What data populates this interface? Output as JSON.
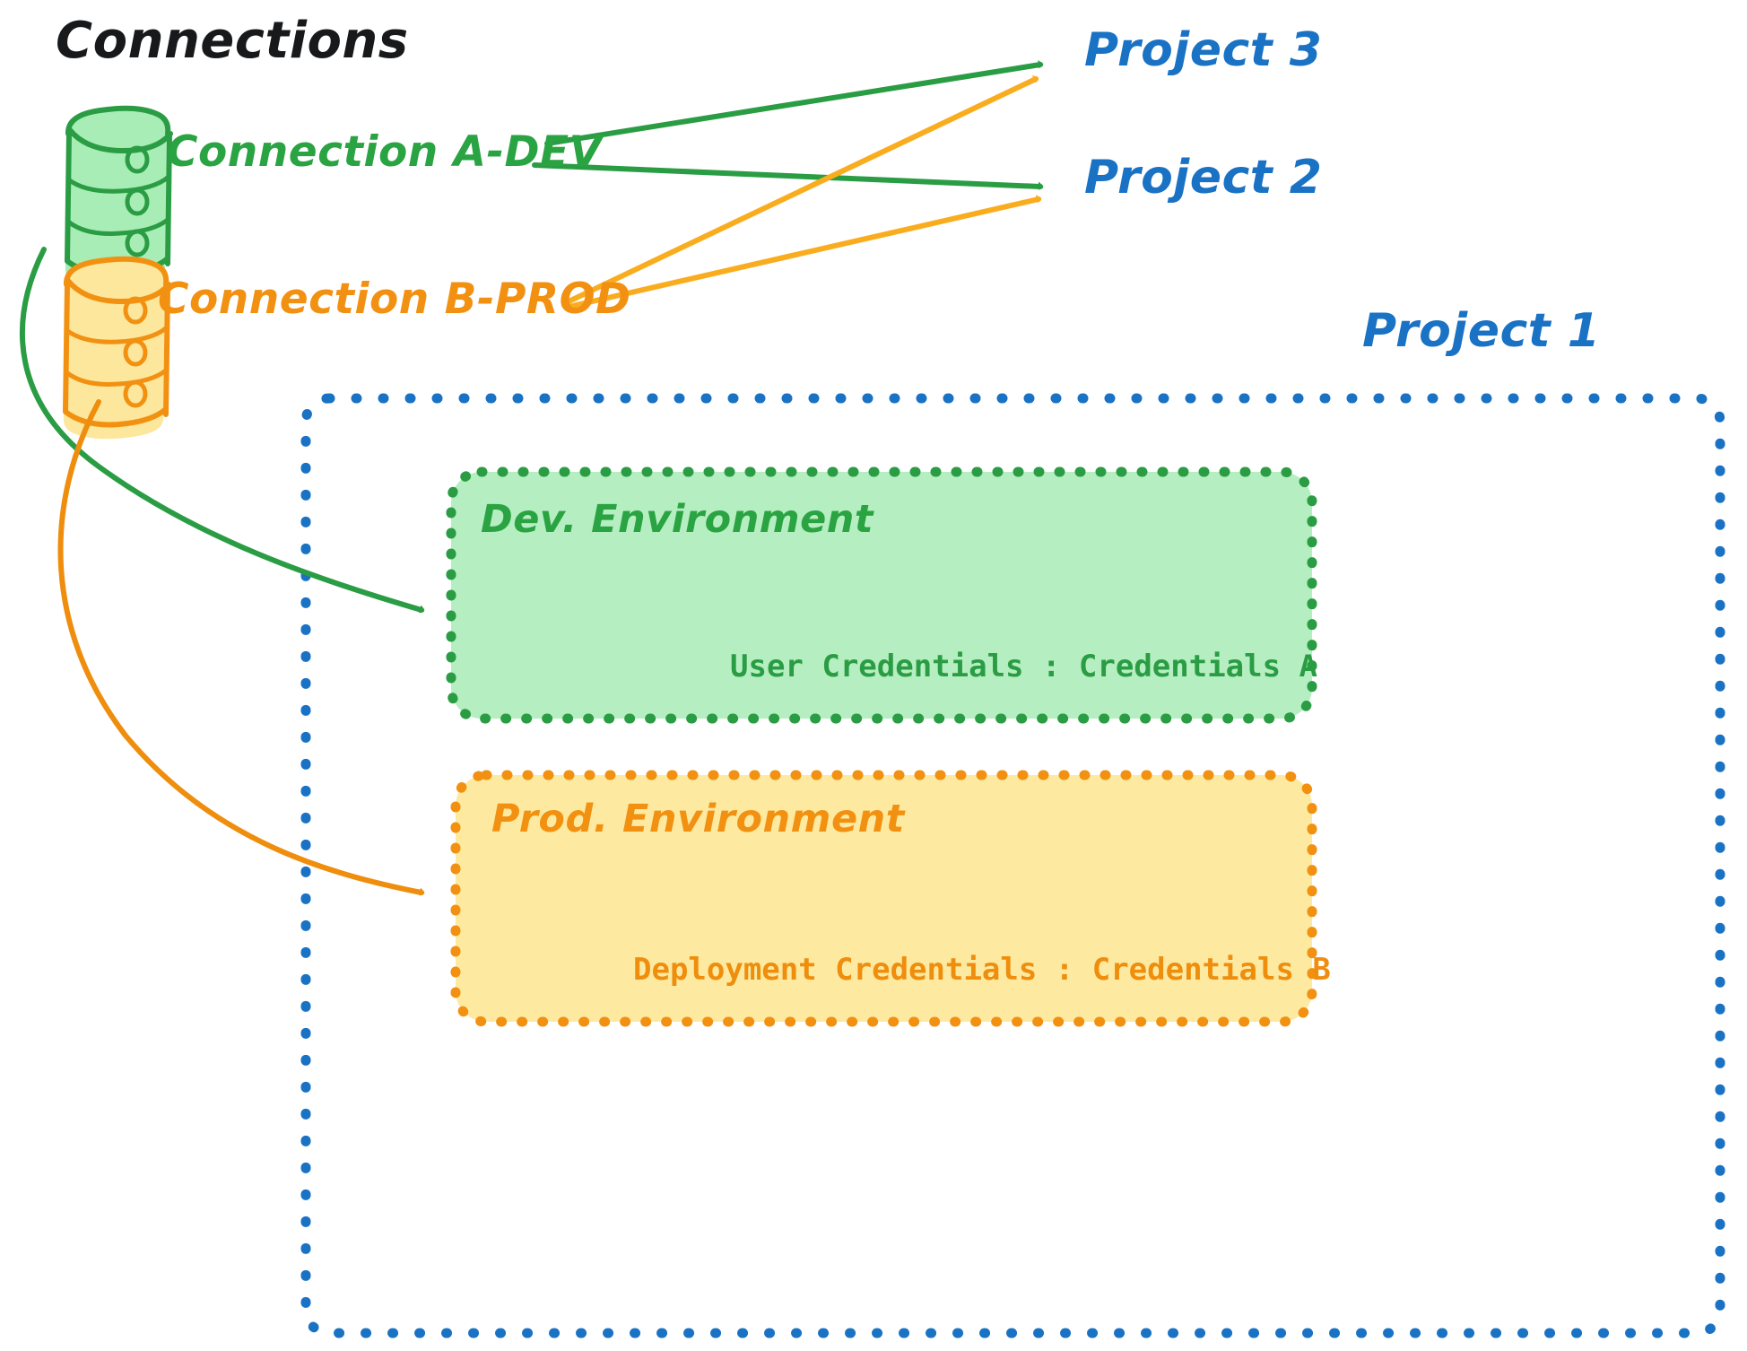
{
  "title": "Connections",
  "colors": {
    "green_stroke": "#2a9d44",
    "green_text": "#2aa342",
    "green_fill": "#b5eec0",
    "orange_stroke": "#f29111",
    "orange_text": "#f29111",
    "orange_fill": "#fdeaa0",
    "blue_stroke": "#1a72c4",
    "blue_text": "#1a72c4",
    "black_text": "#18191b",
    "background": "#ffffff"
  },
  "connections": [
    {
      "id": "a-dev",
      "label": "Connection A-DEV",
      "icon": "database-icon",
      "color": "#2aa342"
    },
    {
      "id": "b-prod",
      "label": "Connection B-PROD",
      "icon": "database-icon",
      "color": "#f29111"
    }
  ],
  "projects": [
    {
      "id": "project-3",
      "label": "Project 3"
    },
    {
      "id": "project-2",
      "label": "Project 2"
    },
    {
      "id": "project-1",
      "label": "Project 1"
    }
  ],
  "project1": {
    "label": "Project 1",
    "environments": [
      {
        "id": "dev",
        "title": "Dev. Environment",
        "credentials_label": "User Credentials",
        "credentials_separator": ":",
        "credentials_value": "Credentials A",
        "credentials_line": "User Credentials : Credentials A",
        "color": "#2aa342",
        "fill": "#b5eec0"
      },
      {
        "id": "prod",
        "title": "Prod. Environment",
        "credentials_label": "Deployment Credentials",
        "credentials_separator": ":",
        "credentials_value": "Credentials B",
        "credentials_line": "Deployment Credentials : Credentials B",
        "color": "#f29111",
        "fill": "#fdeaa0"
      }
    ]
  },
  "edges": [
    {
      "from": "a-dev",
      "to": "project-3",
      "color": "#2a9d44"
    },
    {
      "from": "a-dev",
      "to": "project-2",
      "color": "#2a9d44"
    },
    {
      "from": "a-dev",
      "to": "dev-environment",
      "color": "#2a9d44"
    },
    {
      "from": "b-prod",
      "to": "project-3",
      "color": "#f9ad1e"
    },
    {
      "from": "b-prod",
      "to": "project-2",
      "color": "#f9ad1e"
    },
    {
      "from": "b-prod",
      "to": "prod-environment",
      "color": "#ef8d0d"
    }
  ]
}
